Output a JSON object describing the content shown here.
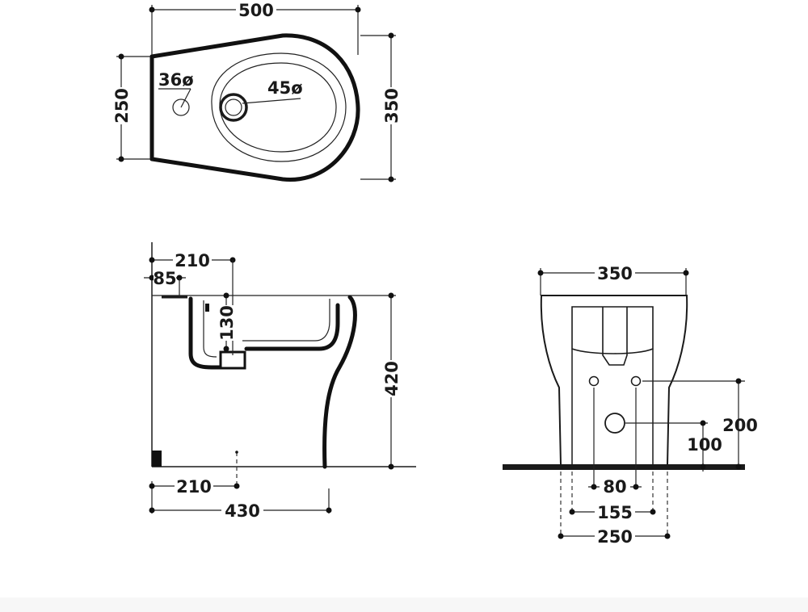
{
  "views": {
    "top": {
      "width_dim": "500",
      "back_height_dim": "250",
      "depth_dim": "350",
      "tap_hole_dim": "36ø",
      "drain_hole_dim": "45ø"
    },
    "side": {
      "inlet_dim": "210",
      "inlet_offset_dim": "85",
      "bowl_depth_dim": "130",
      "height_dim": "420",
      "outlet_dim": "210",
      "length_dim": "430"
    },
    "front": {
      "width_dim": "350",
      "fixing_height_dim": "200",
      "outlet_height_dim": "100",
      "fixing_spacing_dim": "80",
      "foot_inner_dim": "155",
      "foot_outer_dim": "250"
    }
  },
  "colors": {
    "line": "#111111",
    "floor": "#1a1a1a"
  }
}
